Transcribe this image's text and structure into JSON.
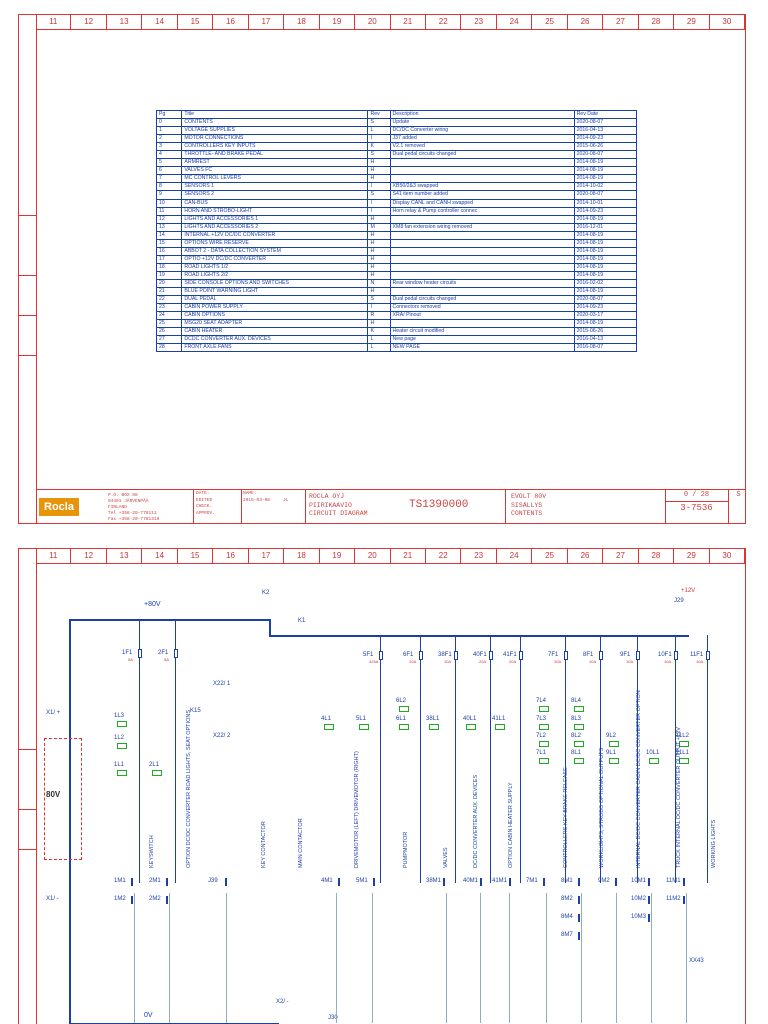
{
  "ruler_numbers": [
    "11",
    "12",
    "13",
    "14",
    "15",
    "16",
    "17",
    "18",
    "19",
    "20",
    "21",
    "22",
    "23",
    "24",
    "25",
    "26",
    "27",
    "28",
    "29",
    "30"
  ],
  "index_table": {
    "headers": [
      "Pg",
      "Title",
      "Rev",
      "Description",
      "Rev Date"
    ],
    "rows": [
      [
        "0",
        "CONTENTS",
        "S",
        "Update",
        "2020-08-07"
      ],
      [
        "1",
        "VOLTAGE SUPPLIES",
        "L",
        "DC/DC Converter wiring",
        "2016-04-13"
      ],
      [
        "2",
        "MOTOR CONNECTIONS",
        "I",
        "J37 added",
        "2014-09-23"
      ],
      [
        "3",
        "CONTROLLERS KEY INPUTS",
        "K",
        "V2.1 removed",
        "2015-06-26"
      ],
      [
        "4",
        "THROTTLE- AND BRAKE PEDAL",
        "S",
        "Dual pedal circuits changed",
        "2020-08-07"
      ],
      [
        "5",
        "ARMREST",
        "H",
        "",
        "2014-08-19"
      ],
      [
        "6",
        "VALVES FC",
        "H",
        "",
        "2014-08-19"
      ],
      [
        "7",
        "MC CONTROL LEVERS",
        "H",
        "",
        "2014-08-19"
      ],
      [
        "8",
        "SENSORS 1",
        "I",
        "XB50/2&3 swapped",
        "2014-10-02"
      ],
      [
        "9",
        "SENSORS 2",
        "S",
        "S41 item number added",
        "2020-08-07"
      ],
      [
        "10",
        "CAN-BUS",
        "I",
        "Display CANL and CANH swapped",
        "2014-10-01"
      ],
      [
        "11",
        "HORN AND STROBO-LIGHT",
        "I",
        "Horn relay & Pump controller connec",
        "2014-09-23"
      ],
      [
        "12",
        "LIGHTS AND ACCESSORIES 1",
        "H",
        "",
        "2014-08-19"
      ],
      [
        "13",
        "LIGHTS AND ACCESSORIES 2",
        "M",
        "XM8 fan extension wiring removed",
        "2016-12-01"
      ],
      [
        "14",
        "INTERNAL +12V DC/DC CONVERTER",
        "H",
        "",
        "2014-08-19"
      ],
      [
        "15",
        "OPTIONS WIRE RESERVE",
        "H",
        "",
        "2014-08-19"
      ],
      [
        "16",
        "ABBOT 2 - DATA COLLECTION SYSTEM",
        "H",
        "",
        "2014-08-19"
      ],
      [
        "17",
        "OPTIO +12V DC/DC CONVERTER",
        "H",
        "",
        "2014-08-19"
      ],
      [
        "18",
        "ROAD LIGHTS 1/2",
        "H",
        "",
        "2014-08-19"
      ],
      [
        "19",
        "ROAD LIGHTS 2/2",
        "H",
        "",
        "2014-08-19"
      ],
      [
        "20",
        "SIDE CONSOLE OPTIONS AND SWITCHES",
        "N",
        "Rear window heater circuits",
        "2016-02-02"
      ],
      [
        "21",
        "BLUE POINT WARNING LIGHT",
        "H",
        "",
        "2014-08-19"
      ],
      [
        "22",
        "DUAL PEDAL",
        "S",
        "Dual pedal circuits changed",
        "2020-08-07"
      ],
      [
        "23",
        "CABIN POWER SUPPLY",
        "I",
        "Connectors removed",
        "2014-09-23"
      ],
      [
        "24",
        "CABIN OPTIONS",
        "R",
        "XRA/ Pinout",
        "2020-03-17"
      ],
      [
        "25",
        "MSG20 SEAT ADAPTER",
        "H",
        "",
        "2014-08-19"
      ],
      [
        "26",
        "CABIN HEATER",
        "K",
        "Heater circuit modified",
        "2015-06-26"
      ],
      [
        "27",
        "DCDC CONVERTER AUX. DEVICES",
        "L",
        "New page",
        "2016-04-13"
      ],
      [
        "28",
        "FRONT AXLE FANS",
        "L",
        "NEW PAGE",
        "2016-08-07"
      ]
    ]
  },
  "title_block": {
    "logo": "Rocla",
    "address": [
      "P.O. BOX 88",
      "04401 JÄRVENPÄÄ",
      "FINLAND",
      "Tel +358-20-778111",
      "Fax +358-20-7781319"
    ],
    "fields": [
      "DATE:",
      "NAME:",
      "EDITED",
      "2015-03-08",
      "JL",
      "CHECK.",
      "APPROV."
    ],
    "company": [
      "ROCLA OYJ",
      "PIIRIKAAVIO",
      "CIRCUIT DIAGRAM"
    ],
    "drawing_number": "TS1390000",
    "desc": [
      "EVOLT 80V",
      "SISÄLLYS",
      "CONTENTS"
    ],
    "page": "0 / 28",
    "page_right": "S",
    "doc_code": "3-7536"
  },
  "diagram": {
    "supply_label": "+80V",
    "ground_label": "0V",
    "battery_label": "80V",
    "plus12_label": "+12V",
    "connector_x1_top": "X1/ +",
    "connector_x1_bot": "X1/ -",
    "k2": "K2",
    "k1": "K1",
    "k15": "K15",
    "x22_1": "X22/ 1",
    "x22_2": "X22/ 2",
    "j29": "J29",
    "j30": "J30",
    "x2": "X2/ -",
    "xx43": "XX43",
    "fuses": [
      {
        "name": "1F1",
        "rating": "5A"
      },
      {
        "name": "2F1",
        "rating": "5A"
      },
      {
        "name": "5F1",
        "rating": "425A"
      },
      {
        "name": "6F1",
        "rating": "10A"
      },
      {
        "name": "38F1",
        "rating": "10A"
      },
      {
        "name": "40F1",
        "rating": "20A"
      },
      {
        "name": "41F1",
        "rating": "20A"
      },
      {
        "name": "7F1",
        "rating": "10A"
      },
      {
        "name": "8F1",
        "rating": "10A"
      },
      {
        "name": "9F1",
        "rating": "10A"
      },
      {
        "name": "10F1",
        "rating": "10A"
      },
      {
        "name": "11F1",
        "rating": "10A"
      }
    ],
    "mid_labels": [
      "1L3",
      "1L2",
      "1L1",
      "2L1",
      "4L1",
      "5L1",
      "6L2",
      "6L1",
      "38L1",
      "40L1",
      "41L1",
      "7L4",
      "7L3",
      "7L2",
      "7L1",
      "8L4",
      "8L3",
      "8L2",
      "8L1",
      "9L2",
      "9L1",
      "10L1",
      "11L2",
      "11L1"
    ],
    "circuits": [
      "KEYSWITCH",
      "OPTION DC/DC CONVERTER ROAD LIGHTS, SEAT OPTIONS",
      "KEY CONTACTOR",
      "MAIN CONTACTOR",
      "DRIVEMOTOR (LEFT) DRIVEMOTOR (RIGHT)",
      "PUMPMOTOR",
      "VALVES",
      "DC/DC CONVERTER AUX. DEVICES",
      "OPTION CABIN HEATER SUPPLY",
      "CONTROLLERS KEY BRAKE RELEASE",
      "WORKLIGHTS, STROBO OPTIONAL OUTPUTS",
      "INTERNAL DC/DC CONVERTER CABIN DC/DC CONVERTER OPTION",
      "TRUCK INTERNAL DC/DC CONVERTER OUTPUT +12V",
      "WORKING LIGHTS"
    ],
    "bottom_labels": [
      "1M1",
      "1M2",
      "2M1",
      "2M2",
      "J39",
      "4M1",
      "5M1",
      "38M1",
      "40M1",
      "41M1",
      "7M1",
      "8M1",
      "8M2",
      "8M4",
      "8M7",
      "9M2",
      "10M1",
      "10M2",
      "10M3",
      "11M1",
      "11M2"
    ]
  },
  "colors": {
    "frame": "#dd3333",
    "wire": "#1a3fa8",
    "terminal": "#22aa22",
    "logo_bg": "#e8940a"
  }
}
